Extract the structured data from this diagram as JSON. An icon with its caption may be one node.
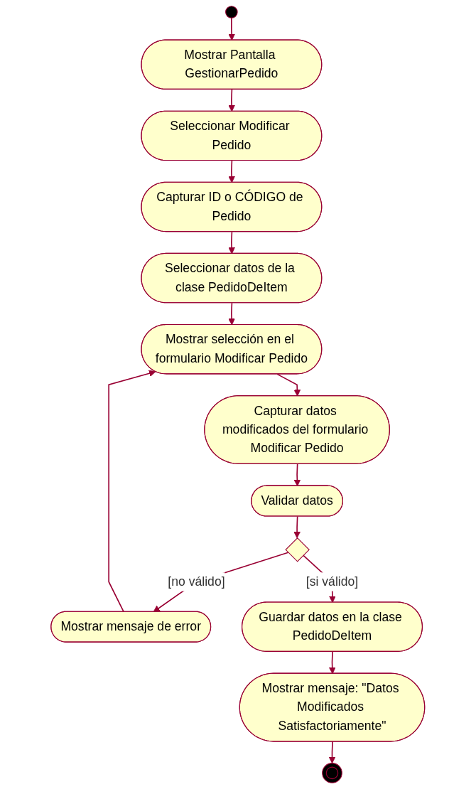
{
  "diagram": {
    "nodes": [
      {
        "text": [],
        "shape": "circle"
      },
      {
        "text": [
          "Mostrar Pantalla GestionarPedido"
        ]
      },
      {
        "text": [
          "Seleccionar Modificar Pedido"
        ]
      },
      {
        "text": [
          "Capturar ID o CÓDIGO de Pedido"
        ]
      },
      {
        "text": [
          "Seleccionar datos de la clase PedidoDeItem"
        ]
      },
      {
        "text": [
          "Mostrar selección en el formulario Modificar Pedido"
        ]
      },
      {
        "text": [
          "Capturar datos modificados del formulario Modificar Pedido"
        ]
      },
      {
        "text": [
          "Validar datos"
        ]
      },
      {
        "text": [],
        "shape": "diamond"
      },
      {
        "text": [
          "Mostrar mensaje de error"
        ]
      },
      {
        "text": [
          "Guardar datos en la clase PedidoDeItem"
        ]
      },
      {
        "text": [
          "Mostrar mensaje: \"Datos Modificados Satisfactoriamente\""
        ]
      },
      {
        "text": [],
        "shape": "circle"
      }
    ],
    "edges": [
      {
        "from": 0,
        "to": 1,
        "arrow": "to"
      },
      {
        "from": 1,
        "to": 2,
        "arrow": "to"
      },
      {
        "from": 2,
        "to": 3,
        "arrow": "to"
      },
      {
        "from": 3,
        "to": 4,
        "arrow": "to"
      },
      {
        "from": 4,
        "to": 5,
        "arrow": "to"
      },
      {
        "from": 5,
        "to": 6,
        "arrow": "to"
      },
      {
        "from": 6,
        "to": 7,
        "arrow": "to"
      },
      {
        "from": 7,
        "to": 8,
        "arrow": "to"
      },
      {
        "from": 8,
        "to": 9,
        "label": "[no válido]",
        "arrow": "to"
      },
      {
        "from": 9,
        "to": 5,
        "arrow": "to"
      },
      {
        "from": 8,
        "to": 10,
        "label": "[si válido]",
        "arrow": "to"
      },
      {
        "from": 10,
        "to": 11,
        "arrow": "to"
      },
      {
        "from": 11,
        "to": 12,
        "arrow": "to"
      }
    ]
  }
}
